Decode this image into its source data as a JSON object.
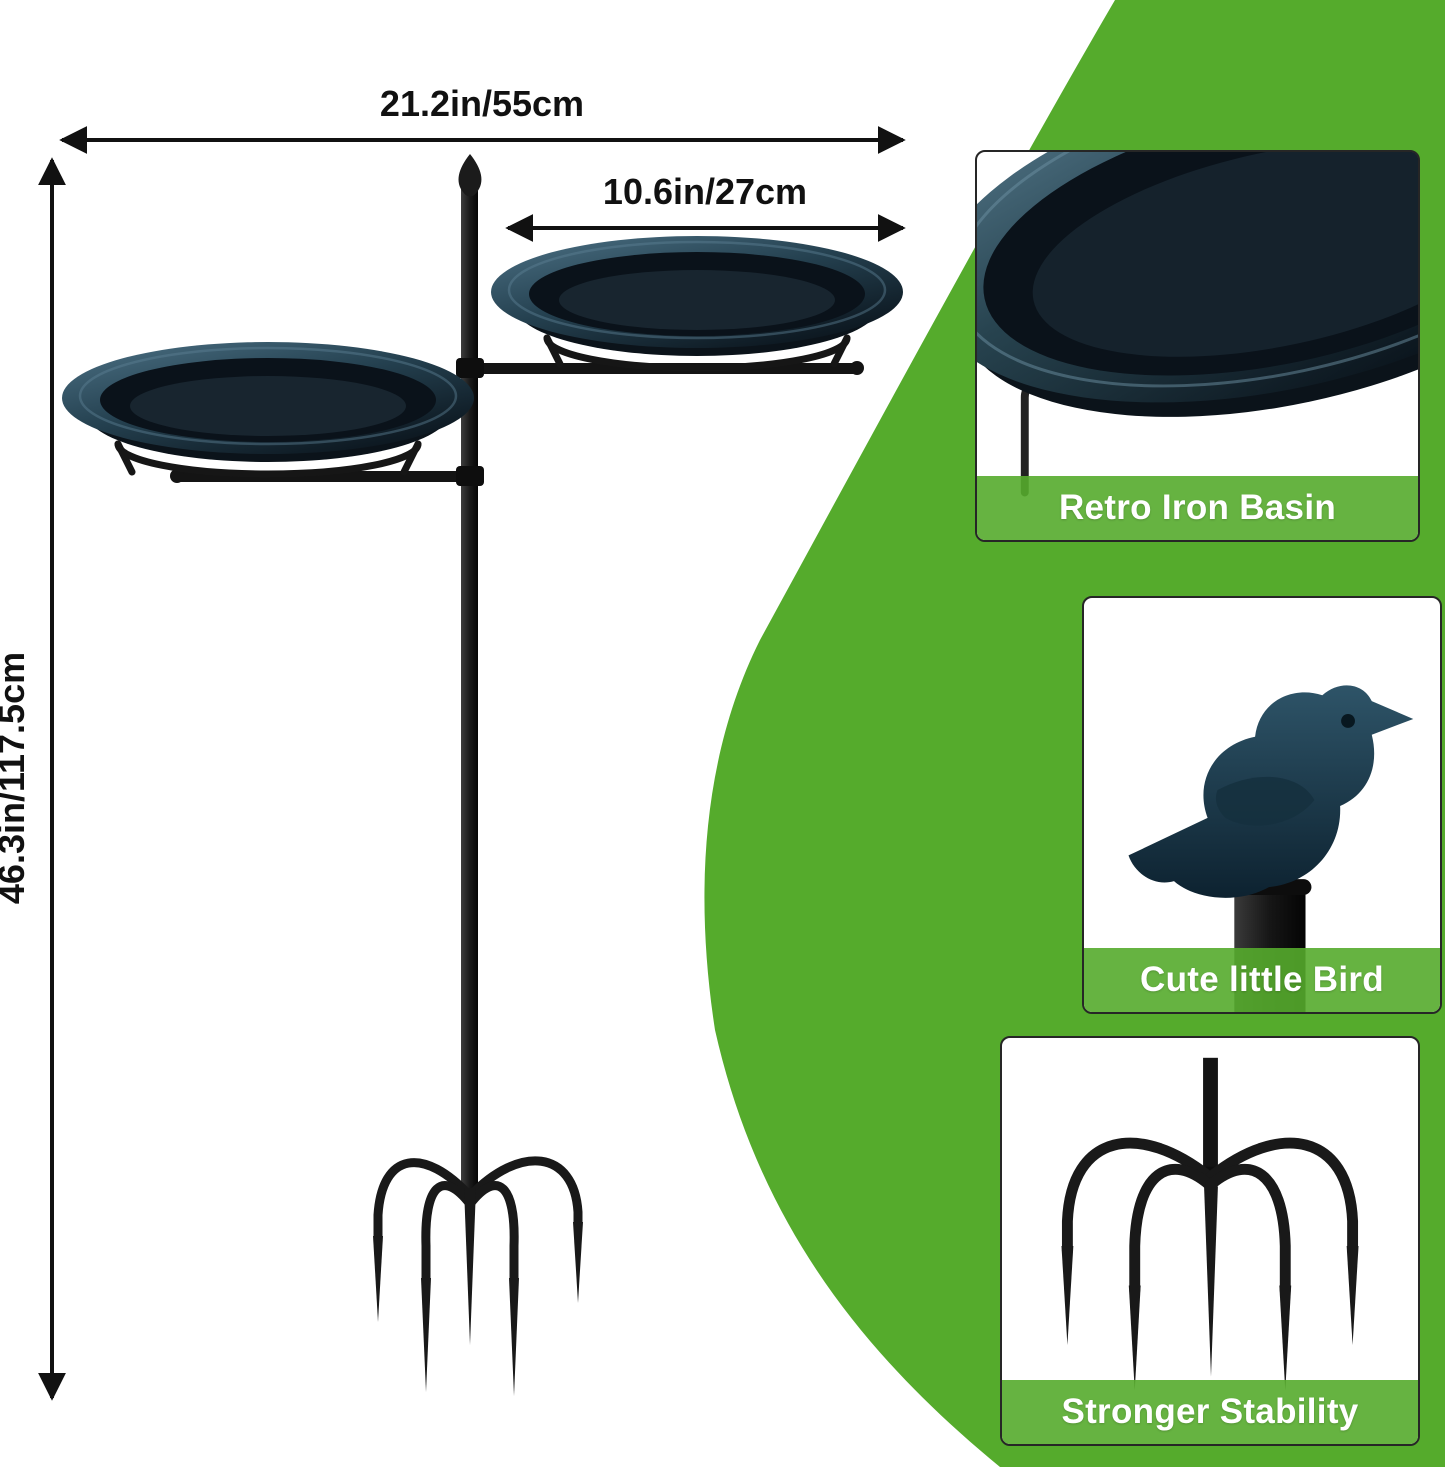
{
  "dimensions": {
    "total_width": "21.2in/55cm",
    "arm_width": "10.6in/27cm",
    "height": "46.3in/117.5cm"
  },
  "callouts": [
    {
      "label": "Retro Iron Basin"
    },
    {
      "label": "Cute little Bird"
    },
    {
      "label": "Stronger Stability"
    }
  ],
  "colors": {
    "accent_green": "#55ab2c",
    "label_bar_green": "rgba(85,171,44,0.9)",
    "metal_black": "#161616",
    "basin_rim_blue": "#31505f"
  }
}
